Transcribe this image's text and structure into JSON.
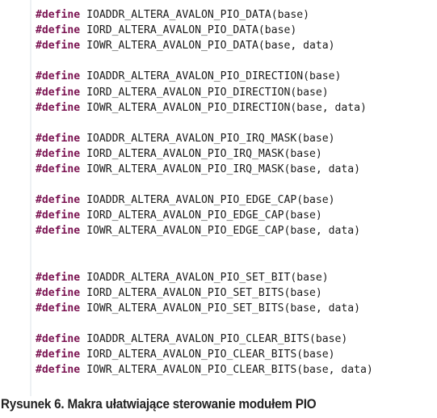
{
  "code": {
    "keyword": "#define",
    "lines": [
      "IOADDR_ALTERA_AVALON_PIO_DATA(base)",
      "IORD_ALTERA_AVALON_PIO_DATA(base)",
      "IOWR_ALTERA_AVALON_PIO_DATA(base, data)",
      "",
      "IOADDR_ALTERA_AVALON_PIO_DIRECTION(base)",
      "IORD_ALTERA_AVALON_PIO_DIRECTION(base)",
      "IOWR_ALTERA_AVALON_PIO_DIRECTION(base, data)",
      "",
      "IOADDR_ALTERA_AVALON_PIO_IRQ_MASK(base)",
      "IORD_ALTERA_AVALON_PIO_IRQ_MASK(base)",
      "IOWR_ALTERA_AVALON_PIO_IRQ_MASK(base, data)",
      "",
      "IOADDR_ALTERA_AVALON_PIO_EDGE_CAP(base)",
      "IORD_ALTERA_AVALON_PIO_EDGE_CAP(base)",
      "IOWR_ALTERA_AVALON_PIO_EDGE_CAP(base, data)",
      "",
      "",
      "IOADDR_ALTERA_AVALON_PIO_SET_BIT(base)",
      "IORD_ALTERA_AVALON_PIO_SET_BITS(base)",
      "IOWR_ALTERA_AVALON_PIO_SET_BITS(base, data)",
      "",
      "IOADDR_ALTERA_AVALON_PIO_CLEAR_BITS(base)",
      "IORD_ALTERA_AVALON_PIO_CLEAR_BITS(base)",
      "IOWR_ALTERA_AVALON_PIO_CLEAR_BITS(base, data)"
    ]
  },
  "colors": {
    "keyword": "#7a1150",
    "text": "#1a1a1a"
  },
  "caption": "Rysunek 6. Makra ułatwiające sterowanie modułem PIO"
}
